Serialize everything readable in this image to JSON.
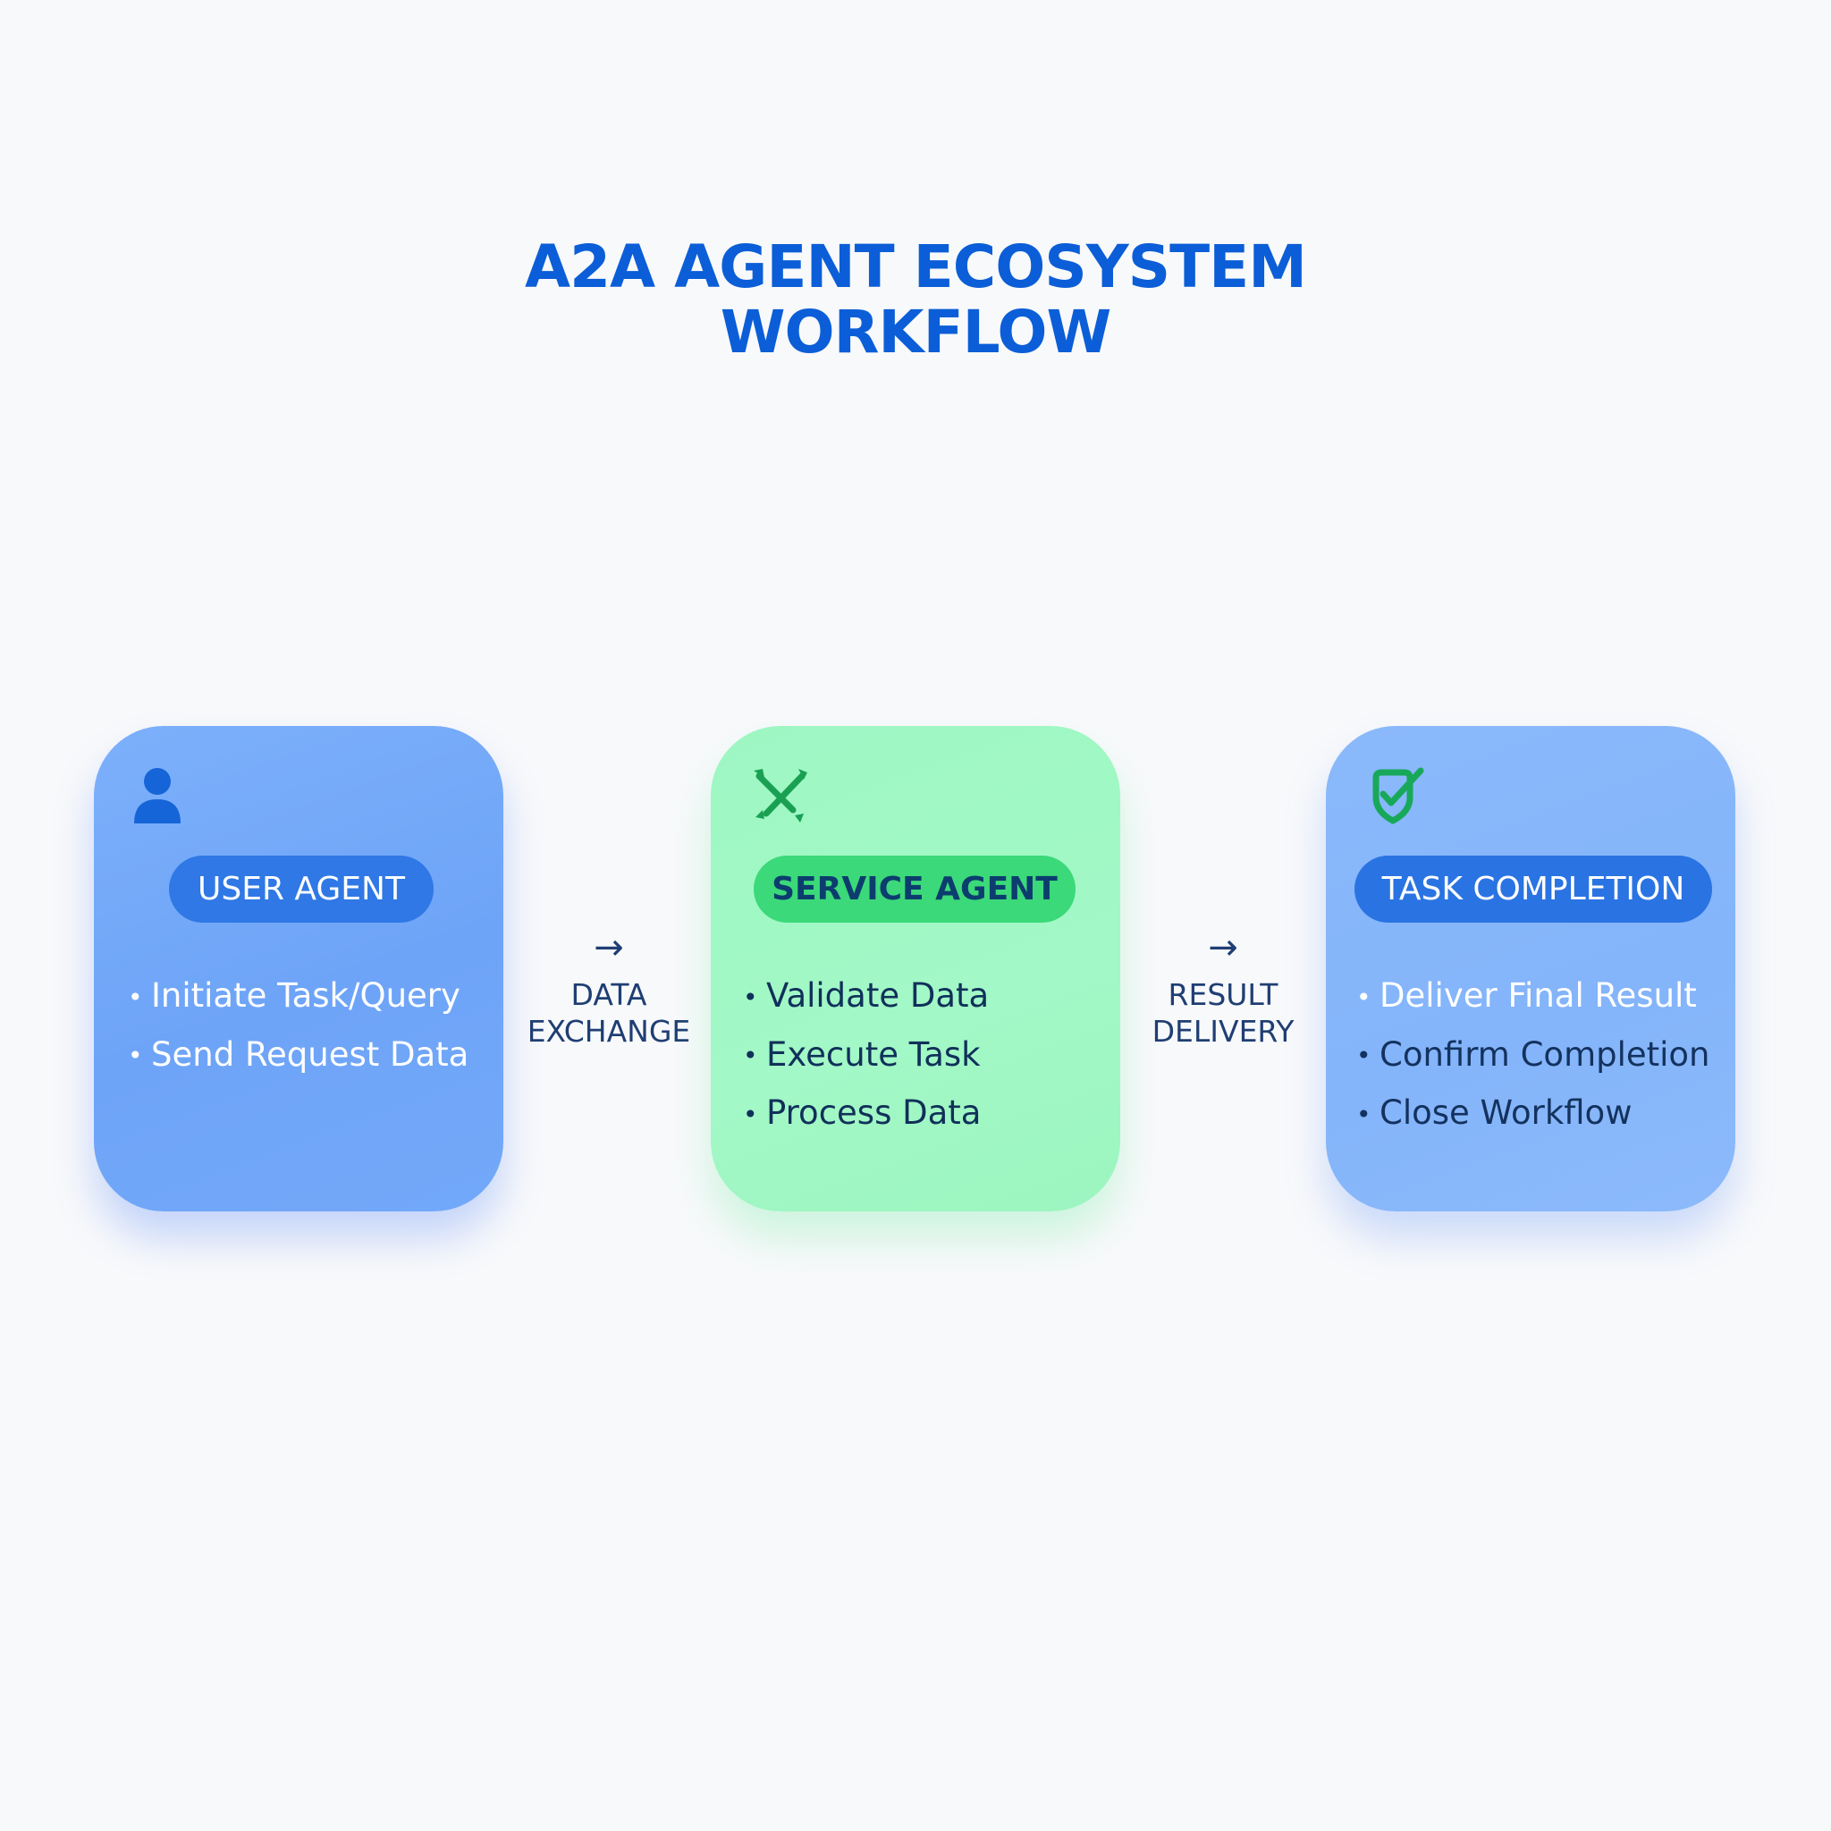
{
  "title": {
    "line1": "A2A AGENT ECOSYSTEM",
    "line2": "WORKFLOW"
  },
  "colors": {
    "title": "#0b5ed7",
    "user_card": "#74aafa",
    "service_card": "#a0f7c4",
    "task_card": "#88b7fb"
  },
  "cards": {
    "user": {
      "icon": "person-icon",
      "label": "USER AGENT",
      "items": [
        "Initiate Task/Query",
        "Send Request Data"
      ]
    },
    "service": {
      "icon": "crossed-tools-icon",
      "label": "SERVICE AGENT",
      "items": [
        "Validate Data",
        "Execute Task",
        "Process Data"
      ]
    },
    "task": {
      "icon": "shield-check-icon",
      "label": "TASK COMPLETION",
      "items": [
        "Deliver Final Result",
        "Confirm Completion",
        "Close Workflow"
      ]
    }
  },
  "connectors": {
    "first": {
      "arrow": "→",
      "label": "DATA\nEXCHANGE"
    },
    "second": {
      "arrow": "→",
      "label": "RESULT\nDELIVERY"
    }
  },
  "bullet_glyph": "•"
}
